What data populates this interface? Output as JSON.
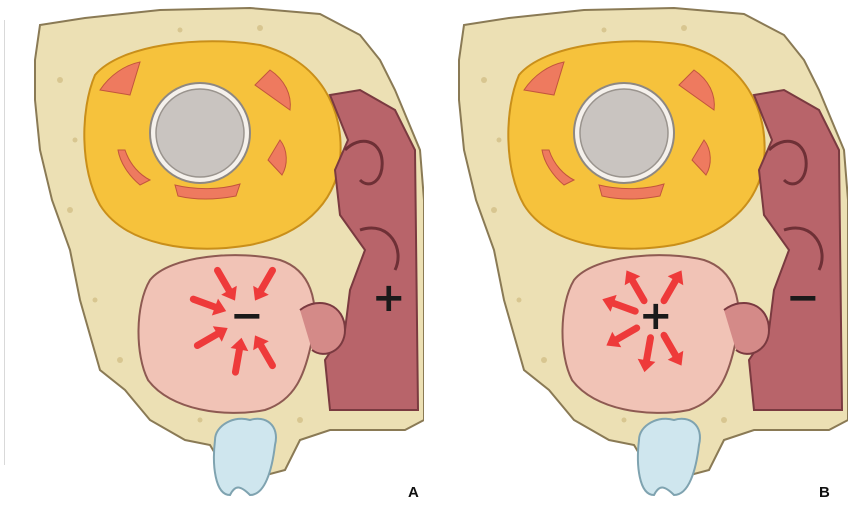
{
  "panels": [
    {
      "id": "A",
      "label": "A",
      "sinus_sign": "−",
      "nasal_sign": "+",
      "arrow_direction": "inward"
    },
    {
      "id": "B",
      "label": "B",
      "sinus_sign": "+",
      "nasal_sign": "−",
      "arrow_direction": "outward"
    }
  ],
  "colors": {
    "bone": "#ece0b4",
    "bone_outline": "#8a7a55",
    "orbital_fat": "#f6c23c",
    "eyeball": "#c9c4c0",
    "muscle": "#ee7a5f",
    "sinus_cavity": "#f1c3b6",
    "nasal_cavity": "#b8646a",
    "arrow": "#ee3a3a",
    "tooth": "#cfe6ee"
  }
}
